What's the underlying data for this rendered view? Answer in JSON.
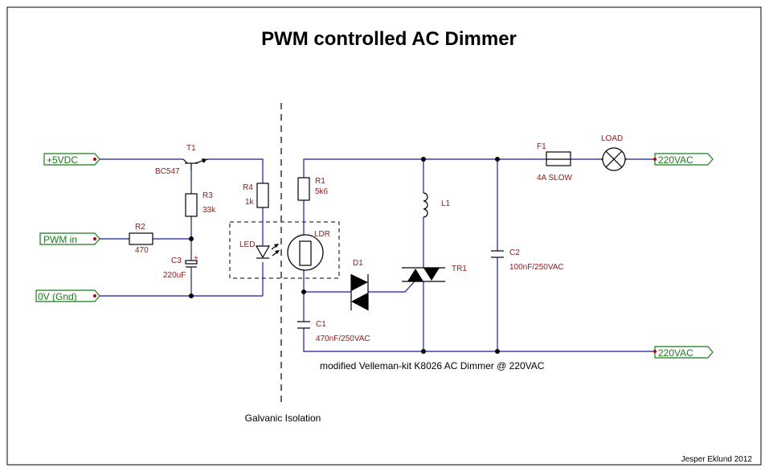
{
  "title": "PWM controlled AC Dimmer",
  "author": "Jesper Eklund 2012",
  "isolation_label": "Galvanic Isolation",
  "kit_label": "modified Velleman-kit K8026 AC Dimmer @ 220VAC",
  "ports": {
    "p5v": "+5VDC",
    "pwm": "PWM in",
    "gnd": "0V (Gnd)",
    "ac_top": "220VAC",
    "ac_bot": "220VAC"
  },
  "components": {
    "t1": {
      "ref": "T1",
      "value": "BC547"
    },
    "r3": {
      "ref": "R3",
      "value": "33k"
    },
    "r2": {
      "ref": "R2",
      "value": "470"
    },
    "c3": {
      "ref": "C3",
      "value": "220uF"
    },
    "r4": {
      "ref": "R4",
      "value": "1k"
    },
    "led": {
      "ref": "LED"
    },
    "ldr": {
      "ref": "LDR"
    },
    "r1": {
      "ref": "R1",
      "value": "5k6"
    },
    "d1": {
      "ref": "D1"
    },
    "l1": {
      "ref": "L1"
    },
    "tr1": {
      "ref": "TR1"
    },
    "c1": {
      "ref": "C1",
      "value": "470nF/250VAC"
    },
    "f1": {
      "ref": "F1",
      "value": "4A SLOW"
    },
    "load": {
      "ref": "LOAD"
    },
    "c2": {
      "ref": "C2",
      "value": "100nF/250VAC"
    }
  },
  "c3_plus": "+"
}
